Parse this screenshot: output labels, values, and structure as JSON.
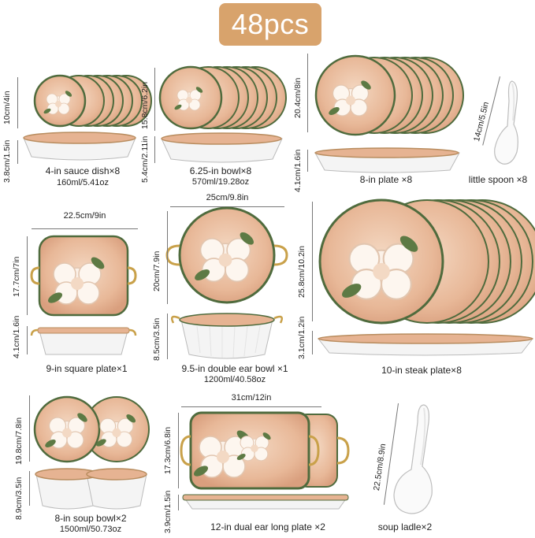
{
  "badge": "48pcs",
  "colors": {
    "badge": "#d8a36c",
    "peach": "#e9b896",
    "rim": "#4f6b3d",
    "gold": "#c9a14a",
    "flower": "#fbf1e8",
    "leaf": "#5d7a44"
  },
  "items": {
    "sauce": {
      "label": "4-in sauce dish×8",
      "volume": "160ml/5.41oz",
      "dia": "10cm/4in",
      "height": "3.8cm/1.5in"
    },
    "bowl": {
      "label": "6.25-in bowl×8",
      "volume": "570ml/19.28oz",
      "dia": "15.8cm/6.2in",
      "height": "5.4cm/2.11in"
    },
    "plate8": {
      "label": "8-in plate ×8",
      "dia": "20.4cm/8in",
      "height": "4.1cm/1.6in"
    },
    "spoon": {
      "label": "little spoon ×8",
      "length": "14cm/5.5in"
    },
    "square": {
      "label": "9-in square plate×1",
      "width": "22.5cm/9in",
      "depth": "17.7cm/7in",
      "height": "4.1cm/1.6in"
    },
    "doubleear": {
      "label": "9.5-in double ear bowl ×1",
      "volume": "1200ml/40.58oz",
      "width": "25cm/9.8in",
      "depth": "20cm/7.9in",
      "height": "8.5cm/3.5in"
    },
    "steak": {
      "label": "10-in steak plate×8",
      "dia": "25.8cm/10.2in",
      "height": "3.1cm/1.2in"
    },
    "soup": {
      "label": "8-in soup bowl×2",
      "volume": "1500ml/50.73oz",
      "dia": "19.8cm/7.8in",
      "height": "8.9cm/3.5in"
    },
    "long": {
      "label": "12-in dual ear long plate ×2",
      "width": "31cm/12in",
      "depth": "17.3cm/6.8in",
      "height": "3.9cm/1.5in"
    },
    "ladle": {
      "label": "soup ladle×2",
      "length": "22.5cm/8.9in"
    }
  }
}
